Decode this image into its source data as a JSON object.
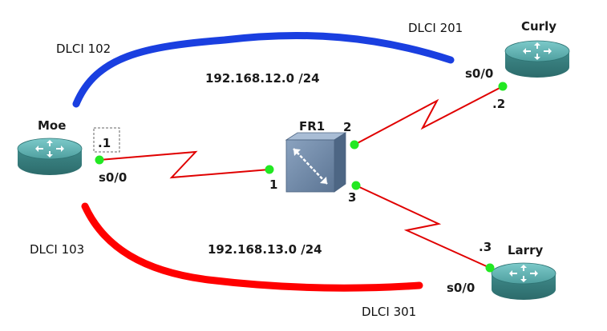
{
  "routers": {
    "moe": {
      "name": "Moe",
      "interface": "s0/0",
      "host": ".1"
    },
    "curly": {
      "name": "Curly",
      "interface": "s0/0",
      "host": ".2"
    },
    "larry": {
      "name": "Larry",
      "interface": "s0/0",
      "host": ".3"
    }
  },
  "switch": {
    "name": "FR1",
    "ports": {
      "p1": "1",
      "p2": "2",
      "p3": "3"
    }
  },
  "networks": {
    "top": "192.168.12.0 /24",
    "bottom": "192.168.13.0 /24"
  },
  "dlci": {
    "moe_to_curly": "DLCI 102",
    "curly_to_moe": "DLCI 201",
    "moe_to_larry": "DLCI 103",
    "larry_to_moe": "DLCI 301"
  },
  "colors": {
    "serial_link": "#e00000",
    "pvc_top": "#1a3fe0",
    "pvc_bottom": "#ff0000",
    "port_dot": "#22e822",
    "router_body": "#3f8f8f",
    "router_top": "#5fb4b4",
    "switch_body": "#6e88a6"
  },
  "icons": {
    "router": "router-icon",
    "frame_relay_switch": "frame-relay-switch-icon"
  }
}
